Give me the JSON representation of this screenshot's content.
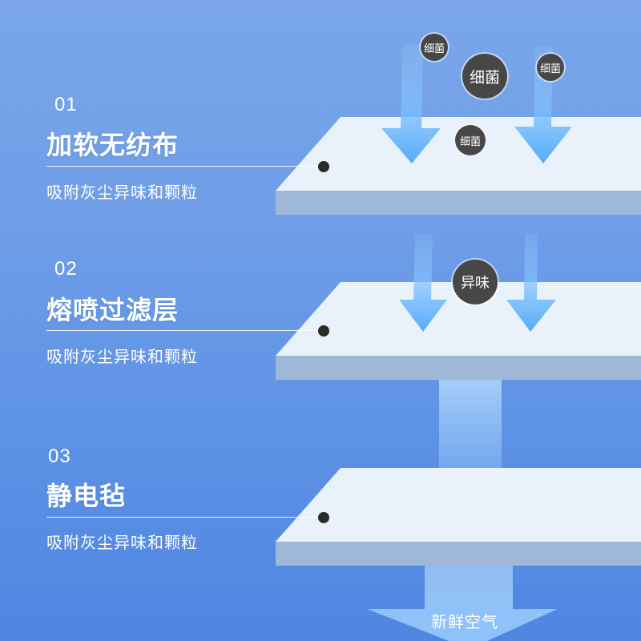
{
  "layers": [
    {
      "number": "01",
      "title": "加软无纺布",
      "description": "吸附灰尘异味和颗粒"
    },
    {
      "number": "02",
      "title": "熔喷过滤层",
      "description": "吸附灰尘异味和颗粒"
    },
    {
      "number": "03",
      "title": "静电毡",
      "description": "吸附灰尘异味和颗粒"
    }
  ],
  "pollutants": {
    "bacteria_label": "细菌",
    "odor_label": "异味"
  },
  "output_label": "新鲜空气",
  "colors": {
    "background_top": "#7aa6e9",
    "background_bottom": "#4f86e0",
    "panel_top": "#e9f1fb",
    "panel_front": "#9fb8d8",
    "arrow": "#5aaef6",
    "bubble": "#474747"
  }
}
